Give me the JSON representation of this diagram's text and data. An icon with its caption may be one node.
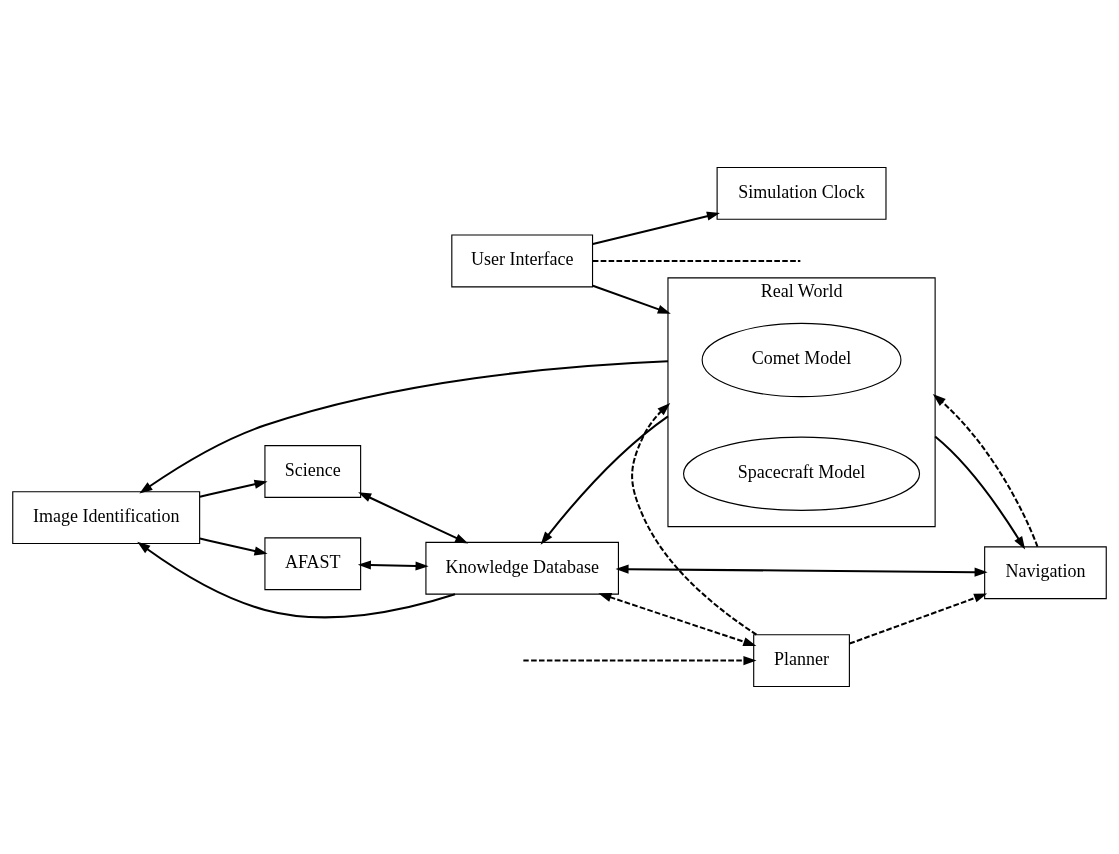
{
  "diagram": {
    "nodes": [
      {
        "text": [
          "Simulation Clock"
        ]
      },
      {
        "text": [
          "User Interface"
        ]
      },
      {
        "text": [
          "Real World"
        ]
      },
      {
        "text": [
          "Comet Model"
        ],
        "in": 2
      },
      {
        "text": [
          "Spacecraft Model"
        ],
        "in": 2
      },
      {
        "text": [
          "Image Identification"
        ]
      },
      {
        "text": [
          "Science"
        ]
      },
      {
        "text": [
          "AFAST"
        ]
      },
      {
        "text": [
          "Knowledge Database"
        ]
      },
      {
        "text": [
          "Planner"
        ]
      },
      {
        "text": [
          "Navigation"
        ]
      }
    ],
    "edges": [
      {
        "from": 1,
        "to": 0,
        "arrow": "to"
      },
      {
        "from": 1,
        "to": null,
        "arrow": "none",
        "style": "dashed"
      },
      {
        "from": 1,
        "to": 2,
        "arrow": "to"
      },
      {
        "from": 2,
        "to": 8,
        "arrow": "to"
      },
      {
        "from": 8,
        "to": 5,
        "arrow": "to"
      },
      {
        "from": 2,
        "to": 5,
        "arrow": "to"
      },
      {
        "from": 2,
        "to": 10,
        "arrow": "to"
      },
      {
        "from": 5,
        "to": 6,
        "arrow": "to"
      },
      {
        "from": 5,
        "to": 7,
        "arrow": "to"
      },
      {
        "from": 6,
        "to": 8,
        "arrow": "both"
      },
      {
        "from": 7,
        "to": 8,
        "arrow": "both"
      },
      {
        "from": 10,
        "to": 8,
        "arrow": "both"
      },
      {
        "from": 8,
        "to": 9,
        "arrow": "both",
        "style": "dashed"
      },
      {
        "from": null,
        "to": 9,
        "arrow": "to",
        "style": "dashed"
      },
      {
        "from": 9,
        "to": 10,
        "arrow": "to",
        "style": "dashed"
      },
      {
        "from": 10,
        "to": 2,
        "arrow": "to",
        "style": "dashed"
      },
      {
        "from": 9,
        "to": 2,
        "arrow": "to",
        "style": "dashed"
      }
    ]
  }
}
